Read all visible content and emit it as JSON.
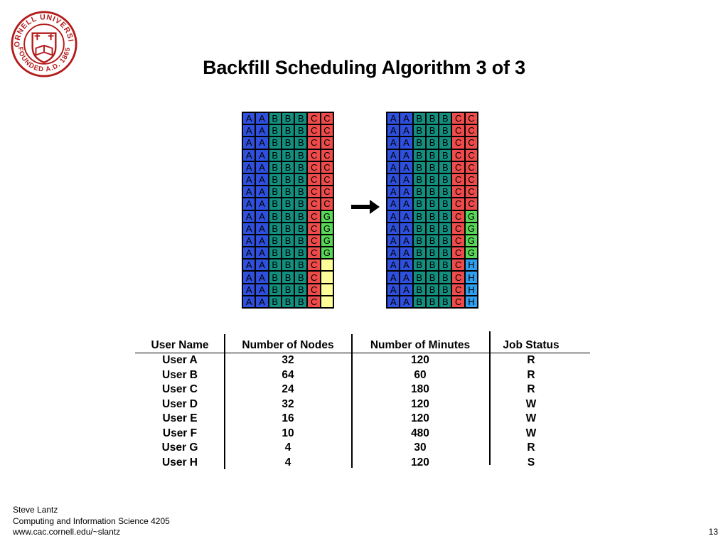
{
  "title": "Backfill Scheduling Algorithm 3 of 3",
  "logo": {
    "text_top": "CORNELL UNIVERSITY",
    "text_bottom": "FOUNDED A.D. 1865",
    "color": "#b31b1b"
  },
  "grids": {
    "before": [
      [
        "A",
        "A",
        "B",
        "B",
        "B",
        "C",
        "C"
      ],
      [
        "A",
        "A",
        "B",
        "B",
        "B",
        "C",
        "C"
      ],
      [
        "A",
        "A",
        "B",
        "B",
        "B",
        "C",
        "C"
      ],
      [
        "A",
        "A",
        "B",
        "B",
        "B",
        "C",
        "C"
      ],
      [
        "A",
        "A",
        "B",
        "B",
        "B",
        "C",
        "C"
      ],
      [
        "A",
        "A",
        "B",
        "B",
        "B",
        "C",
        "C"
      ],
      [
        "A",
        "A",
        "B",
        "B",
        "B",
        "C",
        "C"
      ],
      [
        "A",
        "A",
        "B",
        "B",
        "B",
        "C",
        "C"
      ],
      [
        "A",
        "A",
        "B",
        "B",
        "B",
        "C",
        "G"
      ],
      [
        "A",
        "A",
        "B",
        "B",
        "B",
        "C",
        "G"
      ],
      [
        "A",
        "A",
        "B",
        "B",
        "B",
        "C",
        "G"
      ],
      [
        "A",
        "A",
        "B",
        "B",
        "B",
        "C",
        "G"
      ],
      [
        "A",
        "A",
        "B",
        "B",
        "B",
        "C",
        ""
      ],
      [
        "A",
        "A",
        "B",
        "B",
        "B",
        "C",
        ""
      ],
      [
        "A",
        "A",
        "B",
        "B",
        "B",
        "C",
        ""
      ],
      [
        "A",
        "A",
        "B",
        "B",
        "B",
        "C",
        ""
      ]
    ],
    "after": [
      [
        "A",
        "A",
        "B",
        "B",
        "B",
        "C",
        "C"
      ],
      [
        "A",
        "A",
        "B",
        "B",
        "B",
        "C",
        "C"
      ],
      [
        "A",
        "A",
        "B",
        "B",
        "B",
        "C",
        "C"
      ],
      [
        "A",
        "A",
        "B",
        "B",
        "B",
        "C",
        "C"
      ],
      [
        "A",
        "A",
        "B",
        "B",
        "B",
        "C",
        "C"
      ],
      [
        "A",
        "A",
        "B",
        "B",
        "B",
        "C",
        "C"
      ],
      [
        "A",
        "A",
        "B",
        "B",
        "B",
        "C",
        "C"
      ],
      [
        "A",
        "A",
        "B",
        "B",
        "B",
        "C",
        "C"
      ],
      [
        "A",
        "A",
        "B",
        "B",
        "B",
        "C",
        "G"
      ],
      [
        "A",
        "A",
        "B",
        "B",
        "B",
        "C",
        "G"
      ],
      [
        "A",
        "A",
        "B",
        "B",
        "B",
        "C",
        "G"
      ],
      [
        "A",
        "A",
        "B",
        "B",
        "B",
        "C",
        "G"
      ],
      [
        "A",
        "A",
        "B",
        "B",
        "B",
        "C",
        "H"
      ],
      [
        "A",
        "A",
        "B",
        "B",
        "B",
        "C",
        "H"
      ],
      [
        "A",
        "A",
        "B",
        "B",
        "B",
        "C",
        "H"
      ],
      [
        "A",
        "A",
        "B",
        "B",
        "B",
        "C",
        "H"
      ]
    ]
  },
  "job_colors": {
    "A": "#2f4fdd",
    "B": "#138f80",
    "C": "#ef4b4b",
    "G": "#57d957",
    "H": "#2ea0ef",
    "empty": "#ffff99"
  },
  "table": {
    "headers": [
      "User Name",
      "Number of Nodes",
      "Number of Minutes",
      "Job Status"
    ],
    "rows": [
      [
        "User A",
        "32",
        "120",
        "R"
      ],
      [
        "User B",
        "64",
        "60",
        "R"
      ],
      [
        "User C",
        "24",
        "180",
        "R"
      ],
      [
        "User D",
        "32",
        "120",
        "W"
      ],
      [
        "User E",
        "16",
        "120",
        "W"
      ],
      [
        "User F",
        "10",
        "480",
        "W"
      ],
      [
        "User G",
        "4",
        "30",
        "R"
      ],
      [
        "User H",
        "4",
        "120",
        "S"
      ]
    ]
  },
  "footer": {
    "author": "Steve Lantz",
    "course": "Computing and Information Science 4205",
    "url": "www.cac.cornell.edu/~slantz",
    "page": "13"
  }
}
